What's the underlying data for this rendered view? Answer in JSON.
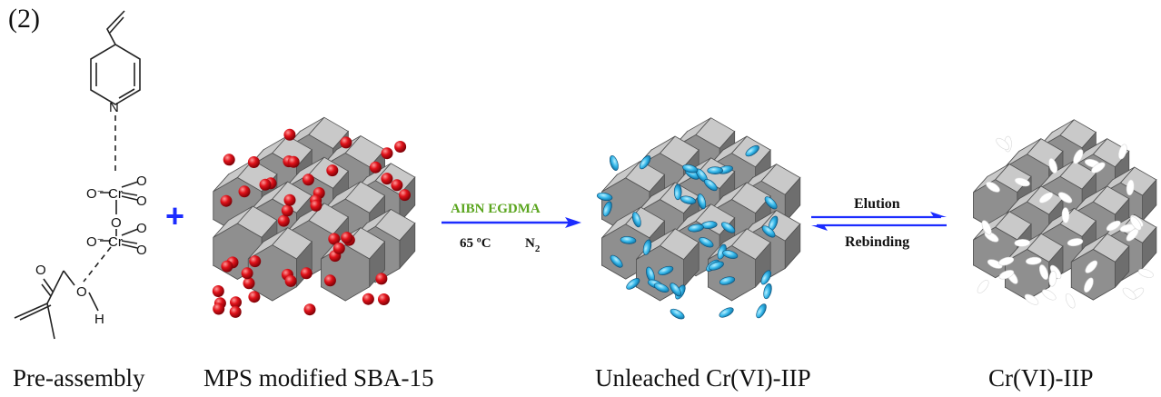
{
  "panel_label": "(2)",
  "molecule": {
    "nitrogen": "N",
    "oxo": "O",
    "oxo_anion": "O⁻",
    "chromium": "Cr",
    "bridge_oxygen": "O",
    "carbonyl_oxygen": "O",
    "hydroxyl_oxygen": "O",
    "hydrogen": "H"
  },
  "plus_sign": "+",
  "reaction_arrow": {
    "reagents": "AIBN EGDMA",
    "temperature": "65 ºC",
    "atmosphere": "N",
    "atmosphere_subscript": "2"
  },
  "equilibrium_arrow": {
    "forward": "Elution",
    "reverse": "Rebinding"
  },
  "captions": {
    "pre_assembly": "Pre-assembly",
    "sba15": "MPS modified SBA-15",
    "unleached": "Unleached Cr(VI)-IIP",
    "iip": "Cr(VI)-IIP"
  },
  "colors": {
    "reagent_text": "#5aa51e",
    "arrow_blue": "#1c2cff",
    "plus_blue": "#1c2cff",
    "sphere_red": "#e0121a",
    "ellipse_cyan": "#35b7ea",
    "solid_gray": "#8c8c8c"
  }
}
